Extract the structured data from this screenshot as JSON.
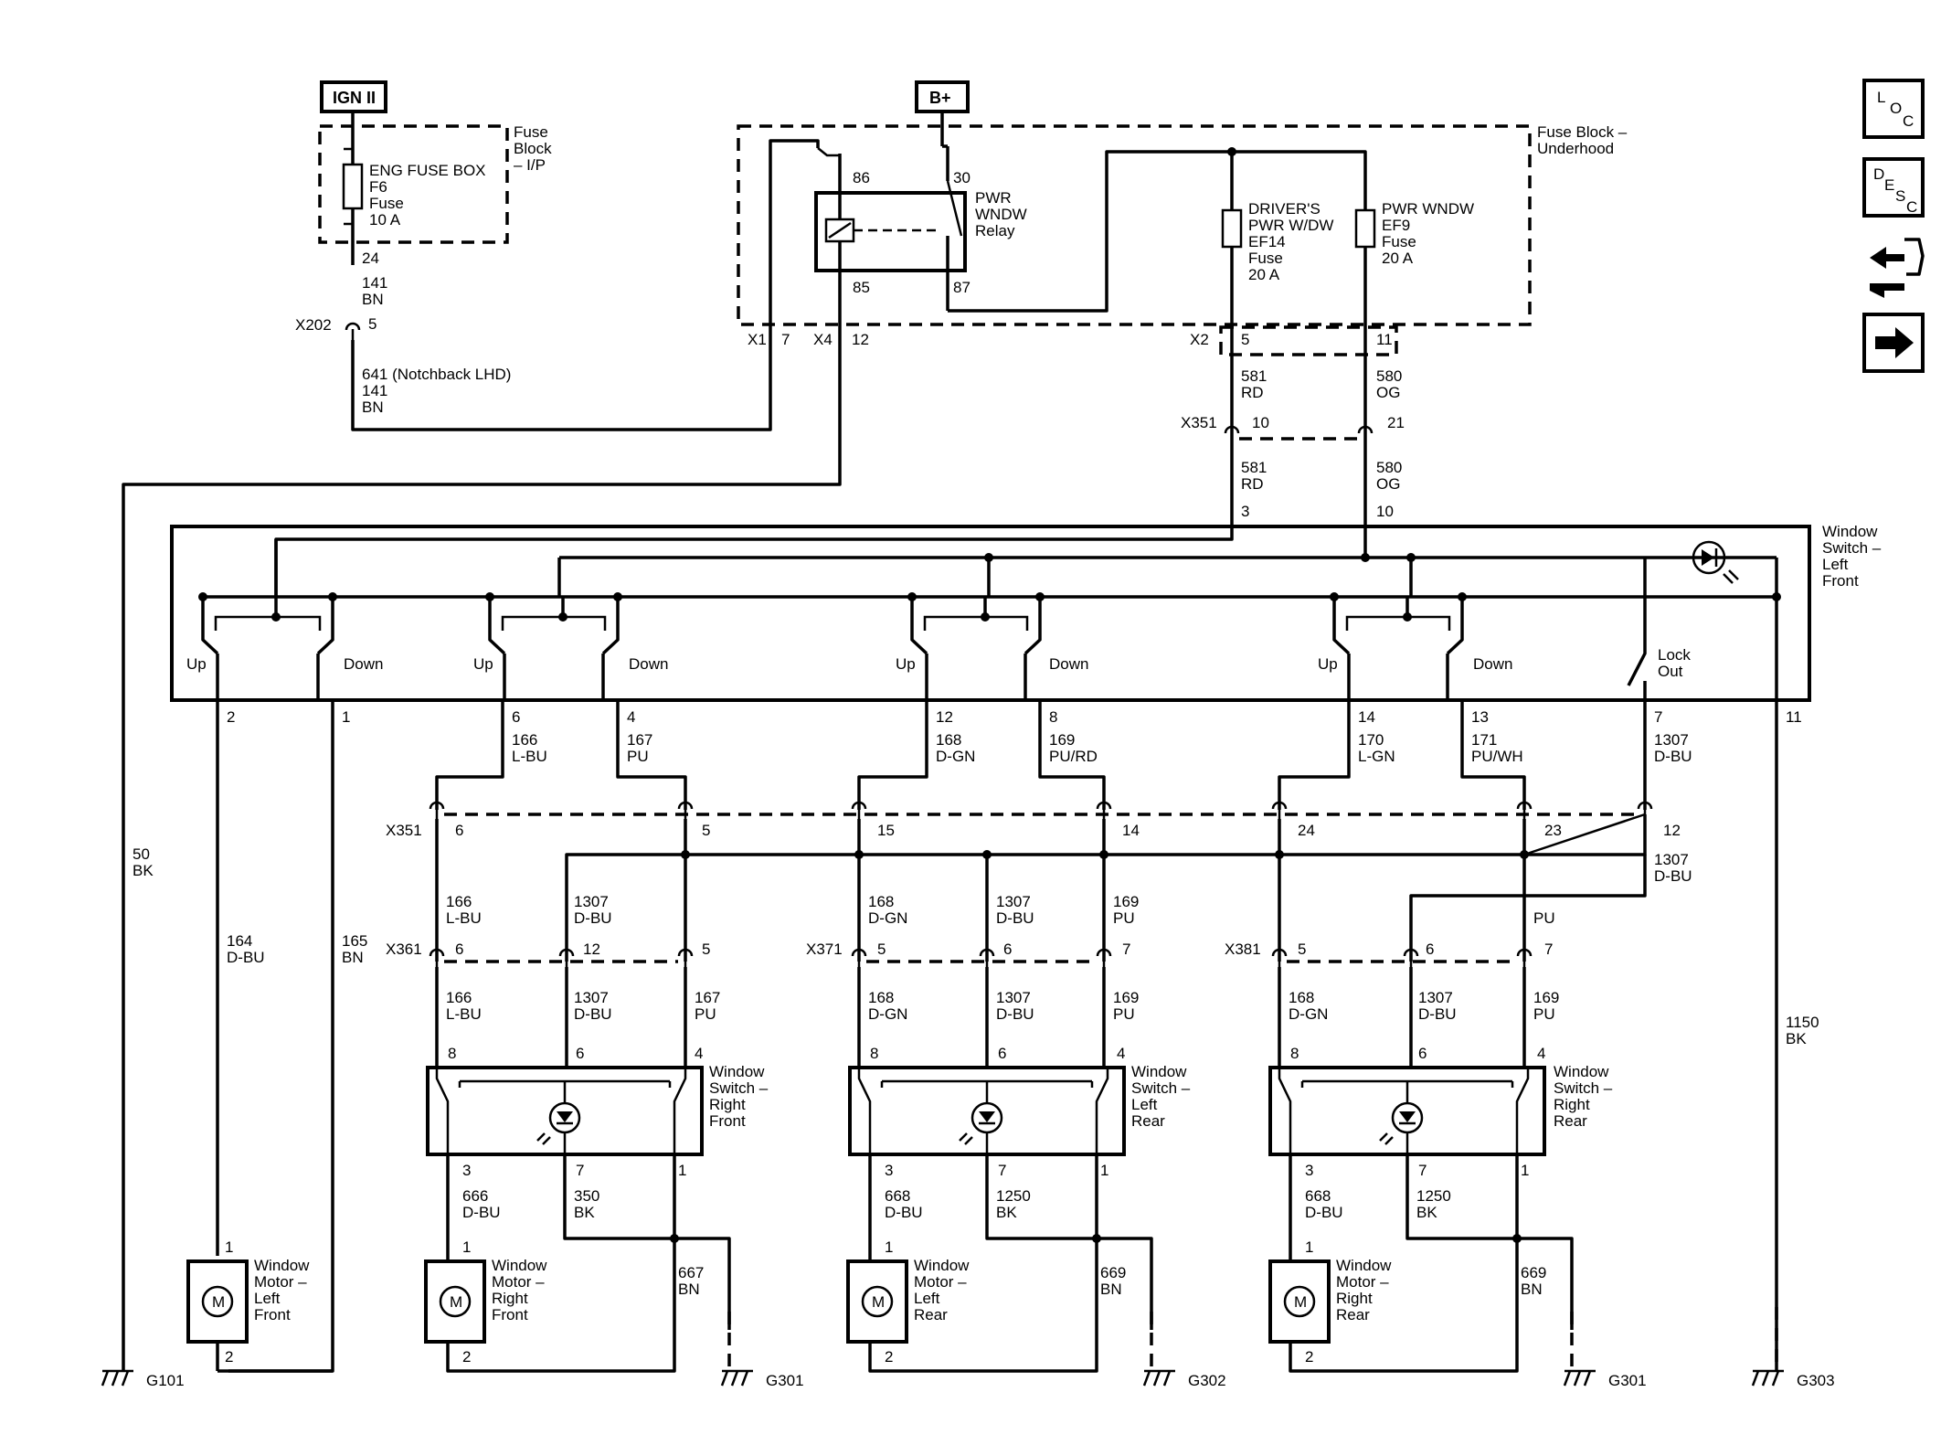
{
  "power_sources": {
    "ign": "IGN II",
    "batt": "B+"
  },
  "fuse_block_ip": {
    "label": [
      "Fuse",
      "Block",
      "– I/P"
    ],
    "fuse": [
      "ENG FUSE BOX",
      "F6",
      "Fuse",
      "10 A"
    ],
    "pin": "24",
    "wire": [
      "141",
      "BN"
    ],
    "conn": "X202",
    "conn_pin": "5",
    "wire2": [
      "641 (Notchback LHD)",
      "141",
      "BN"
    ]
  },
  "fuse_block_uh": {
    "label": [
      "Fuse Block –",
      "Underhood"
    ],
    "relay": [
      "PWR",
      "WNDW",
      "Relay"
    ],
    "relay_pins": {
      "p86": "86",
      "p85": "85",
      "p30": "30",
      "p87": "87"
    },
    "fuse_driver": [
      "DRIVER'S",
      "PWR W/DW",
      "EF14",
      "Fuse",
      "20 A"
    ],
    "fuse_pwr": [
      "PWR WNDW",
      "EF9",
      "Fuse",
      "20 A"
    ],
    "x1": "X1",
    "x1_pin": "7",
    "x4": "X4",
    "x4_pin": "12",
    "x2": "X2",
    "x2_pin_a": "5",
    "x2_pin_b": "11"
  },
  "feed_wires": {
    "a": [
      "581",
      "RD"
    ],
    "b": [
      "580",
      "OG"
    ],
    "x351": "X351",
    "x351_a": "10",
    "x351_b": "21",
    "a2": [
      "581",
      "RD"
    ],
    "b2": [
      "580",
      "OG"
    ],
    "sw_pin_a": "3",
    "sw_pin_b": "10"
  },
  "left_front_switch": {
    "label": [
      "Window",
      "Switch –",
      "Left",
      "Front"
    ],
    "contacts": [
      "Up",
      "Down",
      "Up",
      "Down",
      "Up",
      "Down",
      "Up",
      "Down",
      "Lock",
      "Out"
    ],
    "pins": [
      "2",
      "1",
      "6",
      "4",
      "12",
      "8",
      "14",
      "13",
      "7",
      "11"
    ],
    "wires": [
      [
        "166",
        "L-BU"
      ],
      [
        "167",
        "PU"
      ],
      [
        "168",
        "D-GN"
      ],
      [
        "169",
        "PU/RD"
      ],
      [
        "170",
        "L-GN"
      ],
      [
        "171",
        "PU/WH"
      ],
      [
        "1307",
        "D-BU"
      ]
    ]
  },
  "ground_wire_50": [
    "50",
    "BK"
  ],
  "ground_wire_1150": [
    "1150",
    "BK"
  ],
  "lf_motor_wires": {
    "a": [
      "164",
      "D-BU"
    ],
    "b": [
      "165",
      "BN"
    ]
  },
  "x351_row": {
    "conn": "X351",
    "pins": [
      "6",
      "5",
      "15",
      "14",
      "24",
      "23",
      "12"
    ],
    "wire": [
      "1307",
      "D-BU"
    ]
  },
  "door_connectors": {
    "x361": {
      "conn": "X361",
      "pins": [
        "6",
        "12",
        "5"
      ]
    },
    "x371": {
      "conn": "X371",
      "pins": [
        "5",
        "6",
        "7"
      ]
    },
    "x381": {
      "conn": "X381",
      "pins": [
        "5",
        "6",
        "7"
      ]
    }
  },
  "door_wires_upper": {
    "rf": [
      [
        "166",
        "L-BU"
      ],
      [
        "1307",
        "D-BU"
      ]
    ],
    "lr": [
      [
        "168",
        "D-GN"
      ],
      [
        "1307",
        "D-BU"
      ],
      [
        "169",
        "PU"
      ]
    ],
    "rr": [
      "PU"
    ]
  },
  "door_wires_lower": {
    "rf": [
      [
        "166",
        "L-BU"
      ],
      [
        "1307",
        "D-BU"
      ],
      [
        "167",
        "PU"
      ]
    ],
    "lr": [
      [
        "168",
        "D-GN"
      ],
      [
        "1307",
        "D-BU"
      ],
      [
        "169",
        "PU"
      ]
    ],
    "rr": [
      [
        "168",
        "D-GN"
      ],
      [
        "1307",
        "D-BU"
      ],
      [
        "169",
        "PU"
      ]
    ]
  },
  "door_switches": {
    "rf": {
      "label": [
        "Window",
        "Switch –",
        "Right",
        "Front"
      ],
      "pins": [
        "8",
        "6",
        "4",
        "3",
        "7",
        "1"
      ]
    },
    "lr": {
      "label": [
        "Window",
        "Switch –",
        "Left",
        "Rear"
      ],
      "pins": [
        "8",
        "6",
        "4",
        "3",
        "7",
        "1"
      ]
    },
    "rr": {
      "label": [
        "Window",
        "Switch –",
        "Right",
        "Rear"
      ],
      "pins": [
        "8",
        "6",
        "4",
        "3",
        "7",
        "1"
      ]
    }
  },
  "motor_wires": {
    "rf": [
      [
        "666",
        "D-BU"
      ],
      [
        "350",
        "BK"
      ],
      [
        "667",
        "BN"
      ]
    ],
    "lr": [
      [
        "668",
        "D-BU"
      ],
      [
        "1250",
        "BK"
      ],
      [
        "669",
        "BN"
      ]
    ],
    "rr": [
      [
        "668",
        "D-BU"
      ],
      [
        "1250",
        "BK"
      ],
      [
        "669",
        "BN"
      ]
    ]
  },
  "motors": {
    "lf": {
      "label": [
        "Window",
        "Motor –",
        "Left",
        "Front"
      ],
      "pins": [
        "1",
        "2"
      ]
    },
    "rf": {
      "label": [
        "Window",
        "Motor –",
        "Right",
        "Front"
      ],
      "pins": [
        "1",
        "2"
      ]
    },
    "lr": {
      "label": [
        "Window",
        "Motor –",
        "Left",
        "Rear"
      ],
      "pins": [
        "1",
        "2"
      ]
    },
    "rr": {
      "label": [
        "Window",
        "Motor –",
        "Right",
        "Rear"
      ],
      "pins": [
        "1",
        "2"
      ]
    },
    "symbol": "M"
  },
  "grounds": [
    "G101",
    "G301",
    "G302",
    "G301",
    "G303"
  ],
  "side_icons": {
    "loc": [
      "L",
      "O",
      "C"
    ],
    "desc": [
      "D",
      "E",
      "S",
      "C"
    ],
    "items": [
      "loc-icon",
      "desc-icon",
      "connector-tool-icon",
      "next-arrow-icon"
    ]
  }
}
